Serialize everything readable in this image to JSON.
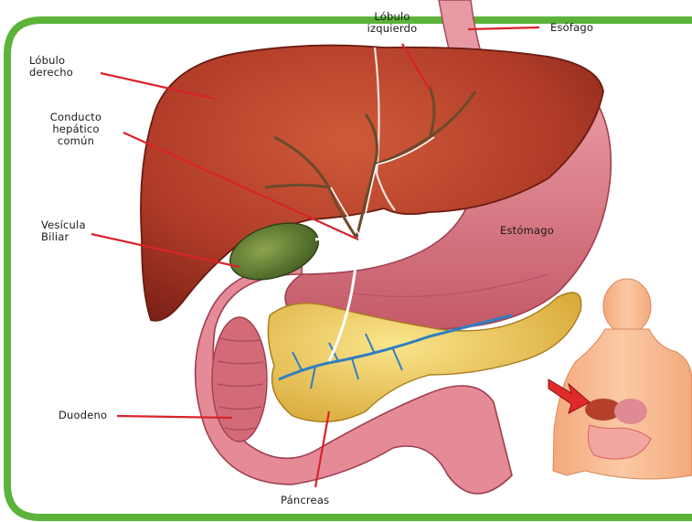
{
  "diagram": {
    "labels": {
      "lobulo_derecho": "Lóbulo\nderecho",
      "lobulo_izquierdo": "Lóbulo\nizquierdo",
      "esofago": "Esófago",
      "conducto_hepatico": "Conducto\nhepático\ncomún",
      "vesicula_biliar": "Vesícula\nBiliar",
      "estomago": "Estómago",
      "duodeno": "Duodeno",
      "pancreas": "Páncreas"
    }
  },
  "colors": {
    "frame_green": "#5bb33a",
    "leader_red": "#d8232a",
    "liver": "#b4402a",
    "stomach": "#e08a94",
    "pancreas": "#f2d36a",
    "gallbladder": "#5e7a2e",
    "duct_blue": "#2f7fc0",
    "skin": "#f6b98f"
  },
  "icons": {
    "inset_arrow": "red-arrow-icon"
  }
}
